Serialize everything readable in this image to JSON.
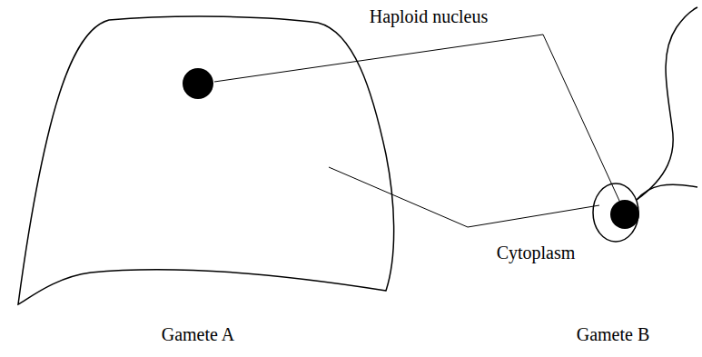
{
  "diagram": {
    "labels": [
      "Haploid nucleus",
      "Cytoplasm",
      "Gamete A",
      "Gamete B"
    ]
  }
}
